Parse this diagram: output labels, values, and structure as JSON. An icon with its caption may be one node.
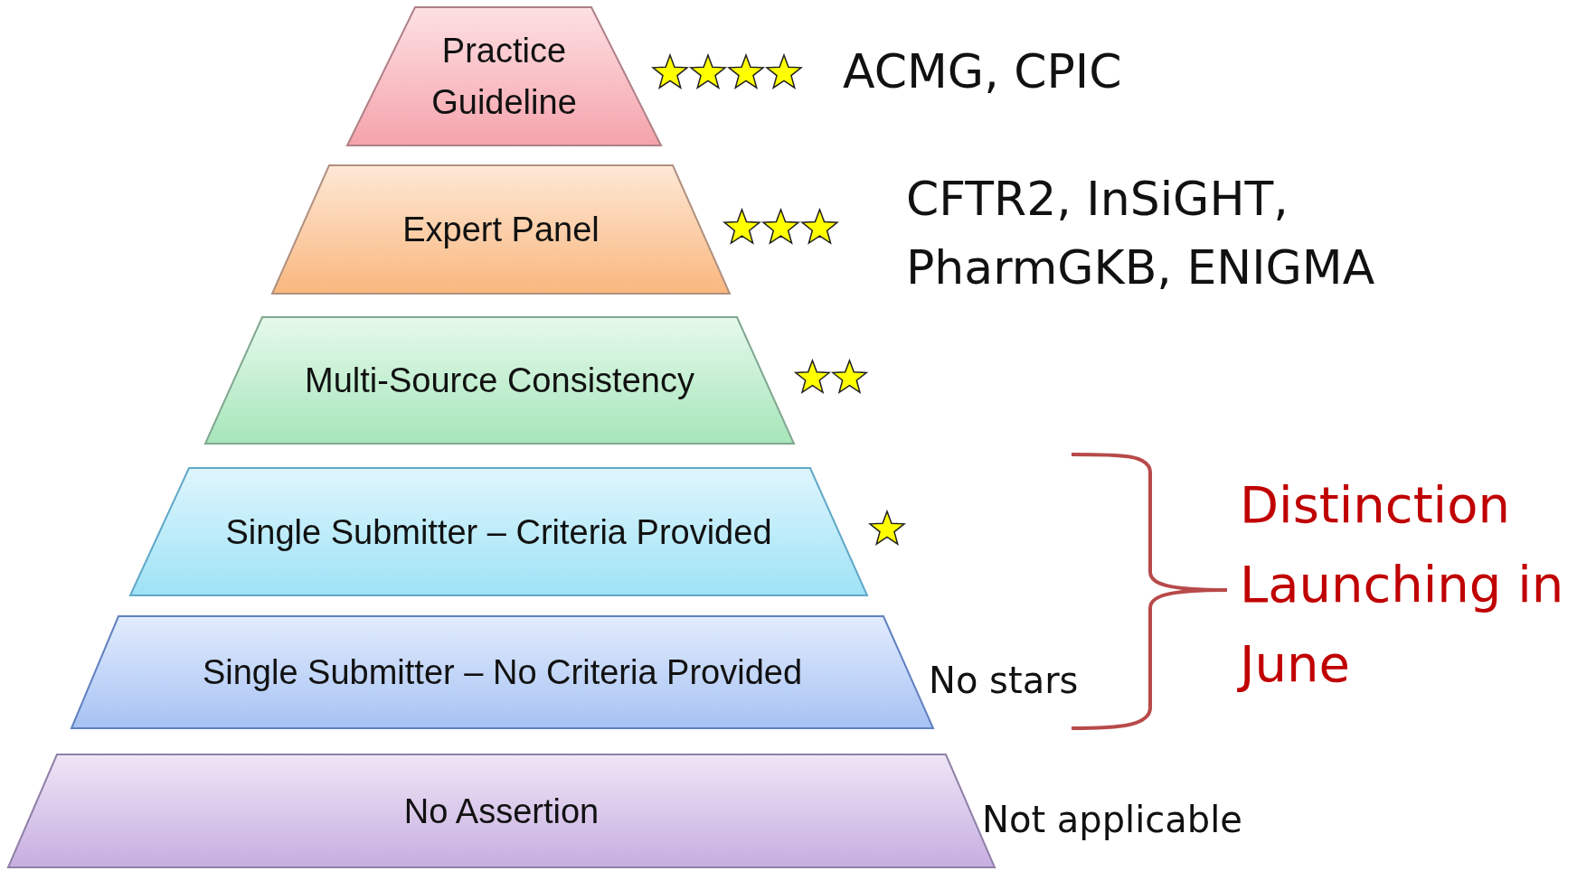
{
  "diagram": {
    "nodes": [
      {
        "text": [
          "Practice Guideline"
        ],
        "beside": [
          "ACMG, CPIC"
        ]
      },
      {
        "text": [
          "Expert Panel"
        ],
        "beside": [
          "CFTR2, InSiGHT, PharmGKB, ENIGMA"
        ]
      },
      {
        "text": [
          "Multi-Source Consistency"
        ]
      },
      {
        "text": [
          "Single Submitter – Criteria Provided"
        ]
      },
      {
        "text": [
          "Single Submitter – No Criteria Provided"
        ],
        "beside": [
          "No stars"
        ]
      },
      {
        "text": [
          "No Assertion"
        ],
        "beside": [
          "Not applicable"
        ]
      }
    ],
    "labels": [
      "Distinction Launching in June"
    ]
  }
}
